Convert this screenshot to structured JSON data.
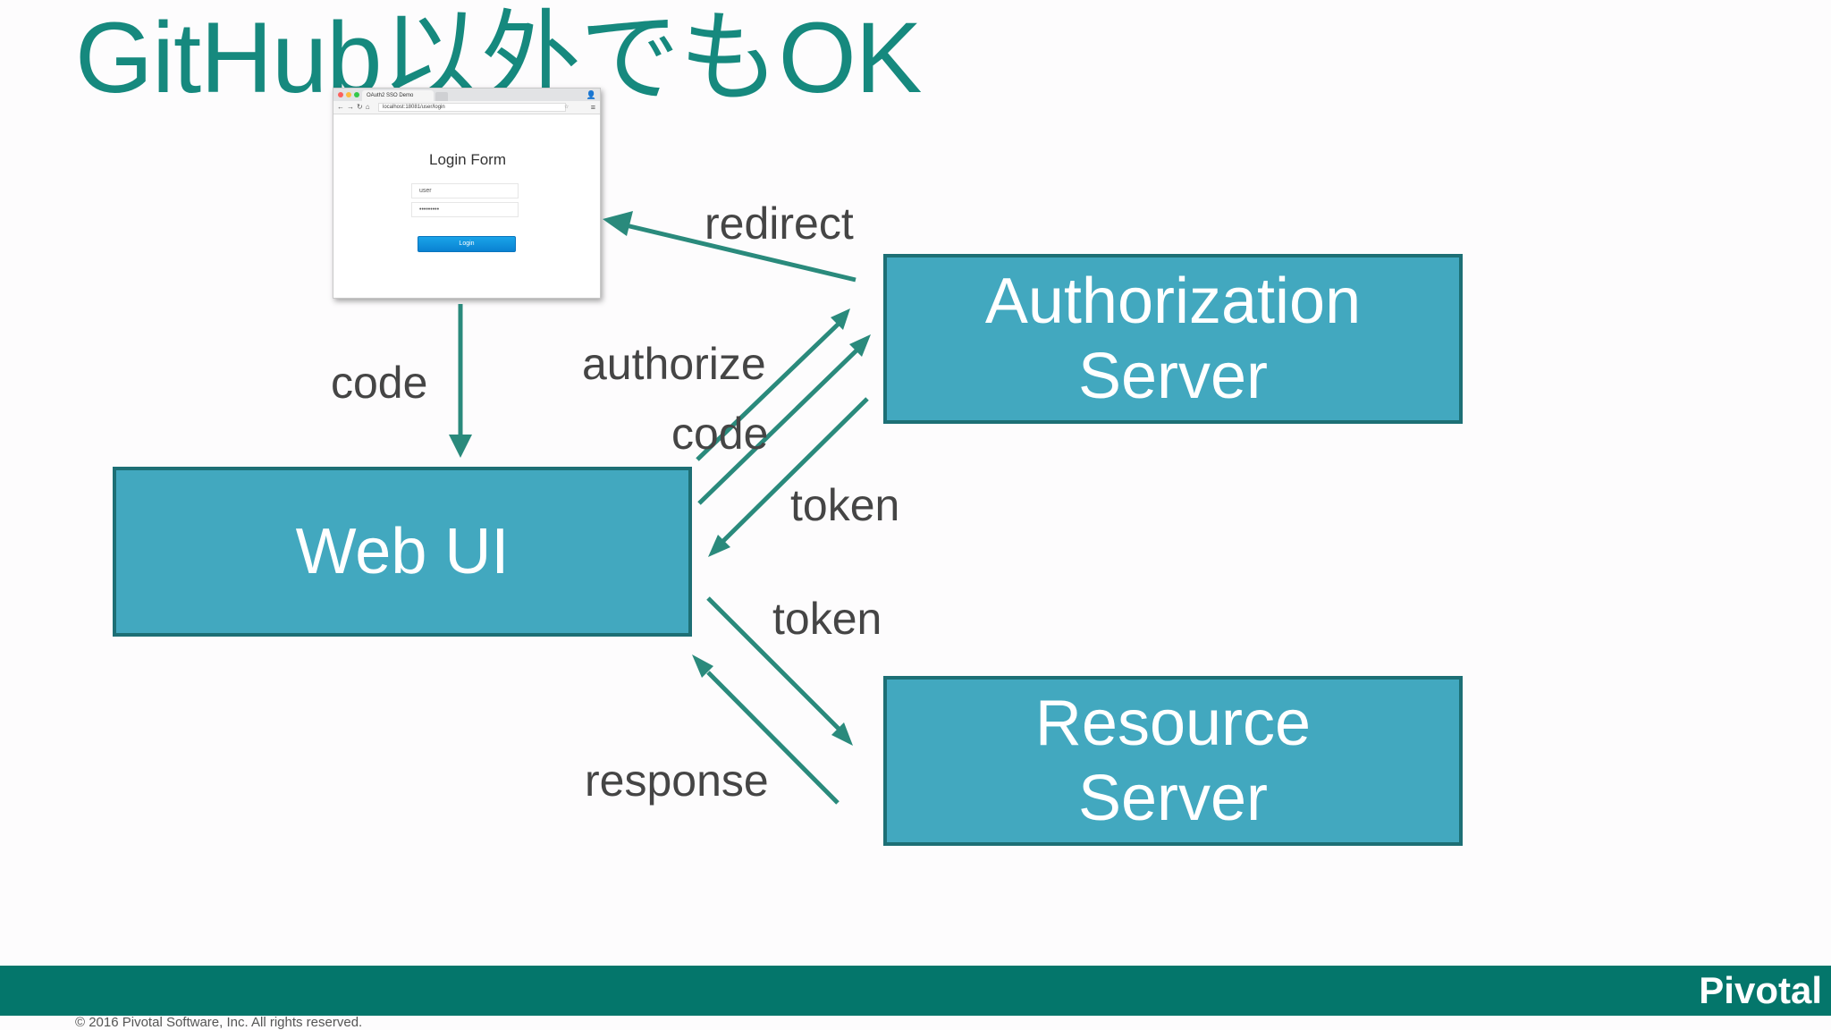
{
  "slide": {
    "title": "GitHub以外でもOK"
  },
  "boxes": {
    "authorization_server": [
      "Authorization",
      "Server"
    ],
    "resource_server": [
      "Resource",
      "Server"
    ],
    "web_ui": "Web UI"
  },
  "labels": {
    "redirect": "redirect",
    "code_login": "code",
    "authorize": "authorize",
    "code_auth": "code",
    "token_from_auth": "token",
    "token_to_resource": "token",
    "response": "response"
  },
  "browser": {
    "tab_title": "OAuth2 SSO Demo",
    "url": "localhost:18081/user/login",
    "form_title": "Login Form",
    "username_value": "user",
    "password_value": "•••••••••",
    "login_button": "Login",
    "nav_icons": [
      "back-icon",
      "forward-icon",
      "reload-icon",
      "home-icon"
    ]
  },
  "footer": {
    "brand": "Pivotal",
    "copyright": "© 2016 Pivotal Software, Inc.  All rights reserved."
  },
  "colors": {
    "title": "#16897e",
    "box_fill": "#42a8bf",
    "box_border": "#1d6f75",
    "arrow": "#2a8a7c",
    "footer": "#04766b"
  }
}
